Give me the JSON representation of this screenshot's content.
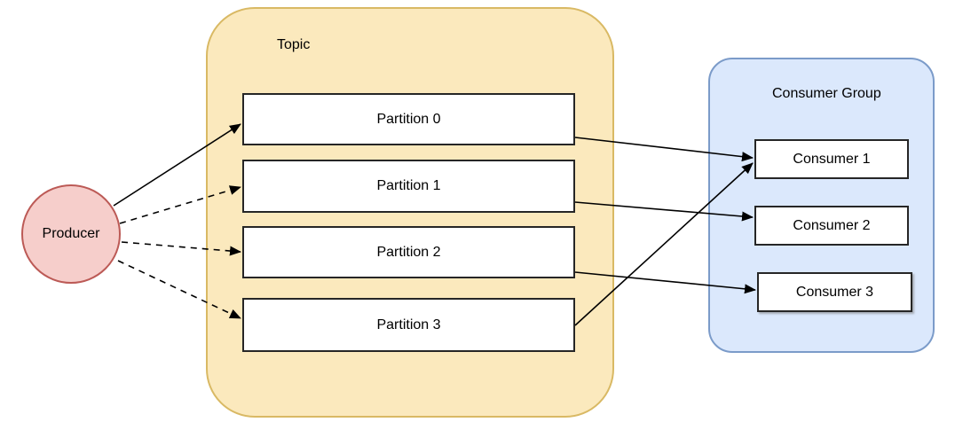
{
  "diagram": {
    "producer": {
      "label": "Producer"
    },
    "topic": {
      "label": "Topic",
      "partitions": [
        {
          "id": "partition-0",
          "label": "Partition 0"
        },
        {
          "id": "partition-1",
          "label": "Partition 1"
        },
        {
          "id": "partition-2",
          "label": "Partition 2"
        },
        {
          "id": "partition-3",
          "label": "Partition 3"
        }
      ]
    },
    "consumer_group": {
      "label": "Consumer Group",
      "consumers": [
        {
          "id": "consumer-1",
          "label": "Consumer 1"
        },
        {
          "id": "consumer-2",
          "label": "Consumer 2"
        },
        {
          "id": "consumer-3",
          "label": "Consumer 3"
        }
      ]
    },
    "edges": [
      {
        "from": "producer",
        "to": "partition-0",
        "style": "solid"
      },
      {
        "from": "producer",
        "to": "partition-1",
        "style": "dashed"
      },
      {
        "from": "producer",
        "to": "partition-2",
        "style": "dashed"
      },
      {
        "from": "producer",
        "to": "partition-3",
        "style": "dashed"
      },
      {
        "from": "partition-0",
        "to": "consumer-1",
        "style": "solid"
      },
      {
        "from": "partition-1",
        "to": "consumer-2",
        "style": "solid"
      },
      {
        "from": "partition-2",
        "to": "consumer-3",
        "style": "solid"
      },
      {
        "from": "partition-3",
        "to": "consumer-1",
        "style": "solid"
      }
    ]
  },
  "colors": {
    "topic-fill": "#fbe9bd",
    "topic-stroke": "#d9b964",
    "group-fill": "#dbe8fc",
    "group-stroke": "#7b9bc9",
    "producer-fill": "#f6cecb",
    "producer-stroke": "#bc5a56",
    "node-stroke": "#262626",
    "edge": "#000000"
  }
}
